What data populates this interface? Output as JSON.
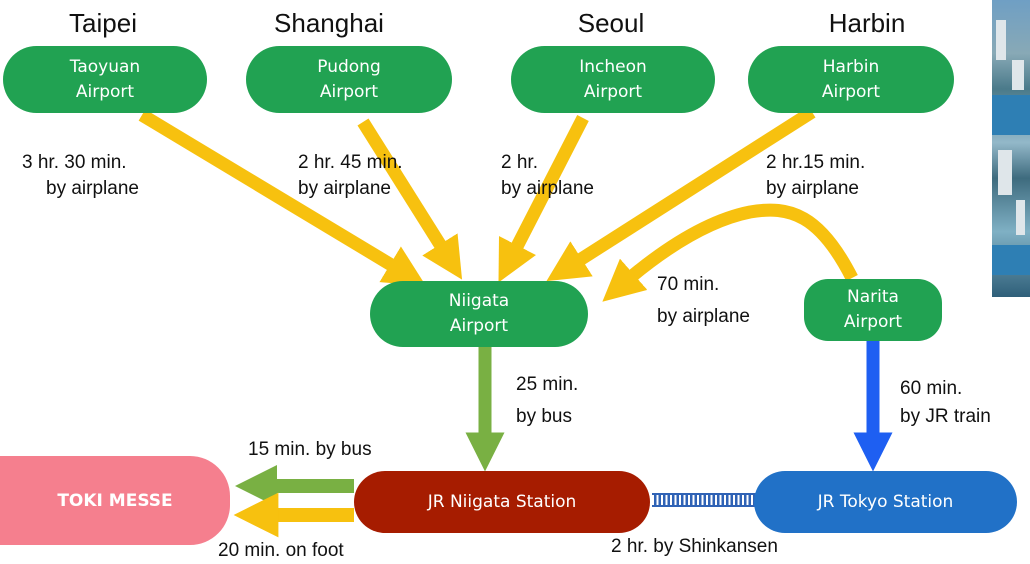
{
  "cities": [
    {
      "name": "Taipei",
      "airport_line1": "Taoyuan",
      "airport_line2": "Airport",
      "time": "3 hr. 30 min.",
      "mode": "by airplane"
    },
    {
      "name": "Shanghai",
      "airport_line1": "Pudong",
      "airport_line2": "Airport",
      "time": "2 hr. 45 min.",
      "mode": "by airplane"
    },
    {
      "name": "Seoul",
      "airport_line1": "Incheon",
      "airport_line2": "Airport",
      "time": "2 hr.",
      "mode": "by airplane"
    },
    {
      "name": "Harbin",
      "airport_line1": "Harbin",
      "airport_line2": "Airport",
      "time": "2 hr.15 min.",
      "mode": "by airplane"
    }
  ],
  "niigata_airport": {
    "line1": "Niigata",
    "line2": "Airport"
  },
  "narita_airport": {
    "line1": "Narita",
    "line2": "Airport"
  },
  "narita_to_niigata": {
    "time": "70 min.",
    "mode": "by airplane"
  },
  "airport_to_station": {
    "time": "25 min.",
    "mode": "by bus"
  },
  "narita_to_tokyo": {
    "time": "60 min.",
    "mode": "by JR train"
  },
  "jr_niigata_station": "JR Niigata Station",
  "jr_tokyo_station": "JR Tokyo Station",
  "toki_messe": "TOKI MESSE",
  "shinkansen": "2 hr. by Shinkansen",
  "to_messe_bus": "15 min. by bus",
  "to_messe_foot": "20 min. on foot",
  "colors": {
    "airport_green": "#21a252",
    "flight_arrow_yellow": "#f7c10f",
    "bus_arrow_green": "#79b043",
    "train_arrow_blue": "#1e5ff2",
    "niigata_station_red": "#a61c00",
    "tokyo_station_blue": "#2171c7",
    "toki_messe_pink": "#f57f8e"
  }
}
